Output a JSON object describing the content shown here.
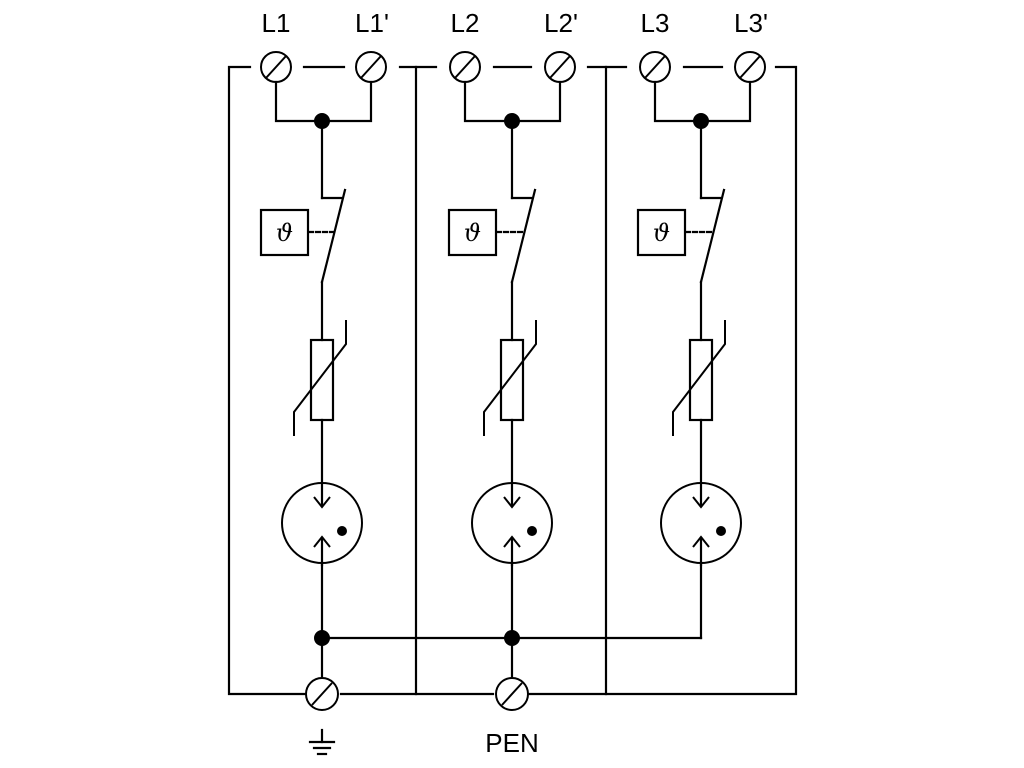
{
  "diagram": {
    "terminals_top": [
      {
        "name": "L1",
        "label": "L1"
      },
      {
        "name": "L1-prime",
        "label": "L1'"
      },
      {
        "name": "L2",
        "label": "L2"
      },
      {
        "name": "L2-prime",
        "label": "L2'"
      },
      {
        "name": "L3",
        "label": "L3"
      },
      {
        "name": "L3-prime",
        "label": "L3'"
      }
    ],
    "thermal_symbol": "ϑ",
    "bottom_labels": {
      "pen": "PEN"
    },
    "icons": {
      "ground": "ground-symbol-icon",
      "terminal": "terminal-screw-icon",
      "varistor": "varistor-icon",
      "spark_gap": "gas-discharge-tube-icon",
      "thermal_disconnector": "thermal-disconnector-icon"
    }
  }
}
